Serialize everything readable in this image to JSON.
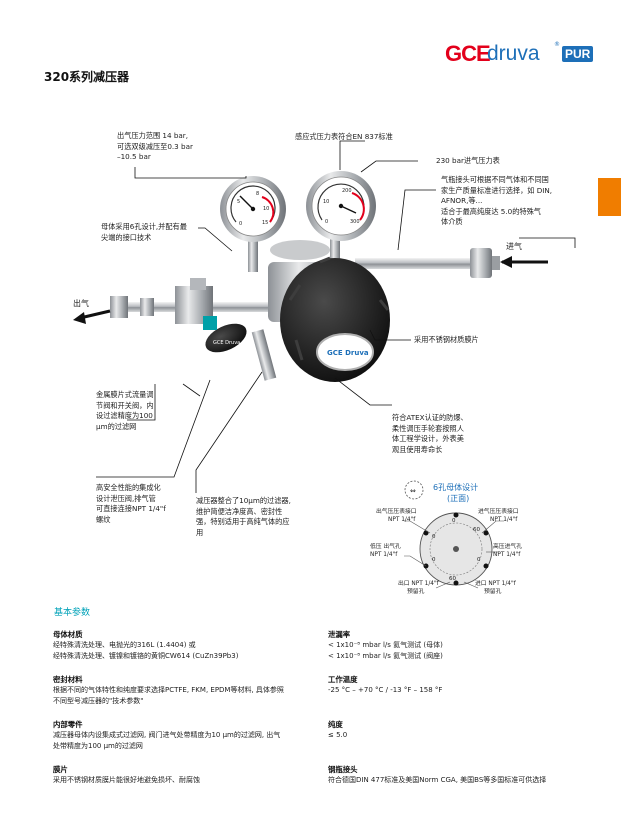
{
  "brand": {
    "gce": "GCE",
    "druva": "druva",
    "reg": "®",
    "pur": "PUR"
  },
  "page_title": "320系列减压器",
  "annotations": {
    "outlet_pressure": [
      "出气压力范围 14 bar,",
      "可选双级减压至0.3 bar",
      "–10.5 bar"
    ],
    "gauge_standard": "感应式压力表符合EN 837标准",
    "inlet_gauge": "230 bar进气压力表",
    "inlet_connection": [
      "气瓶接头可根据不同气体和不同国",
      "家生产质量标准进行选择，如 DIN,",
      "AFNOR,等...",
      "适合于最高纯度达 5.0的特殊气",
      "体介质"
    ],
    "body_ports": [
      "母体采用6孔设计,并配有最",
      "尖端的接口技术"
    ],
    "inlet_label": "进气",
    "outlet_label": "出气",
    "diaphragm": "采用不锈钢材质膜片",
    "metal_valve": [
      "金属膜片式流量调",
      "节阀和开关阀，内",
      "设过滤精度为100",
      "μm的过滤网"
    ],
    "atex": [
      "符合ATEX认证的防爆、",
      "柔性调压手轮套按照人",
      "体工程学设计，外表美",
      "观且使用寿命长"
    ],
    "safety_valve": [
      "高安全性能的集成化",
      "设计泄压阀,排气管",
      "可直接连接NPT 1/4\"f",
      "螺纹"
    ],
    "filter": [
      "减压器整合了10μm的过滤器,",
      "维护简便洁净度高、密封性",
      "强，特别适用于高纯气体的应",
      "用"
    ]
  },
  "port_diagram": {
    "title": "6孔母体设计",
    "subtitle": "(正面)",
    "outlet_gauge_port": [
      "出气压压表接口",
      "NPT 1/4\"f"
    ],
    "inlet_gauge_port": [
      "进气压压表接口",
      "NPT 1/4\"f"
    ],
    "low_outlet": [
      "低压 出气孔",
      "NPT 1/4\"f"
    ],
    "high_inlet": [
      "高压进气孔",
      "NPT 1/4\"f"
    ],
    "outlet_plug": [
      "出口 NPT 1/4\"f",
      "预留孔"
    ],
    "inlet_plug": [
      "进口 NPT 1/4\"f",
      "预留孔"
    ],
    "dial_numbers": [
      "0",
      "60",
      "0",
      "60",
      "0",
      "0"
    ]
  },
  "gauges": {
    "left": {
      "ticks": [
        "0",
        "5",
        "8",
        "10",
        "15"
      ]
    },
    "right": {
      "ticks": [
        "0",
        "10",
        "200",
        "300"
      ]
    }
  },
  "knob_brand": "GCE Druva",
  "valve_brand": "GCE Druva",
  "specs_header": "基本参数",
  "specs": {
    "body_material": {
      "title": "母体材质",
      "lines": [
        "经特殊清洗处理、电抛光的316L (1.4404) 或",
        "经特殊清洗处理、镀镍和镀铬的黄铜CW614 (CuZn39Pb3)"
      ]
    },
    "leak_rate": {
      "title": "泄漏率",
      "lines": [
        "< 1x10⁻⁸ mbar l/s 氦气测试 (母体)",
        "< 1x10⁻⁸ mbar l/s 氦气测试 (阀座)"
      ]
    },
    "seal_material": {
      "title": "密封材料",
      "lines": [
        "根据不同的气体特性和纯度要求选择PCTFE, FKM, EPDM等材料, 具体参照",
        "不同型号减压器的\"技术参数\""
      ]
    },
    "temperature": {
      "title": "工作温度",
      "lines": [
        "-25 °C – +70 °C / -13 °F – 158 °F"
      ]
    },
    "internal_parts": {
      "title": "内部零件",
      "lines": [
        "减压器母体内设集成式过滤网, 阀门进气处带精度为10 μm的过滤网, 出气",
        "处带精度为100 μm的过滤网"
      ]
    },
    "purity": {
      "title": "纯度",
      "lines": [
        "≤ 5.0"
      ]
    },
    "diaphragm": {
      "title": "膜片",
      "lines": [
        "采用不锈钢材质膜片能很好地避免损坏、耐腐蚀"
      ]
    },
    "cylinder_connection": {
      "title": "钢瓶接头",
      "lines": [
        "符合德国DIN 477标准及美国Norm CGA, 美国BS等多国标准可供选择"
      ]
    }
  },
  "colors": {
    "gce_red": "#e3001b",
    "druva_blue": "#1d6fb8",
    "accent_orange": "#f07d00",
    "section_teal": "#00a2b8"
  }
}
